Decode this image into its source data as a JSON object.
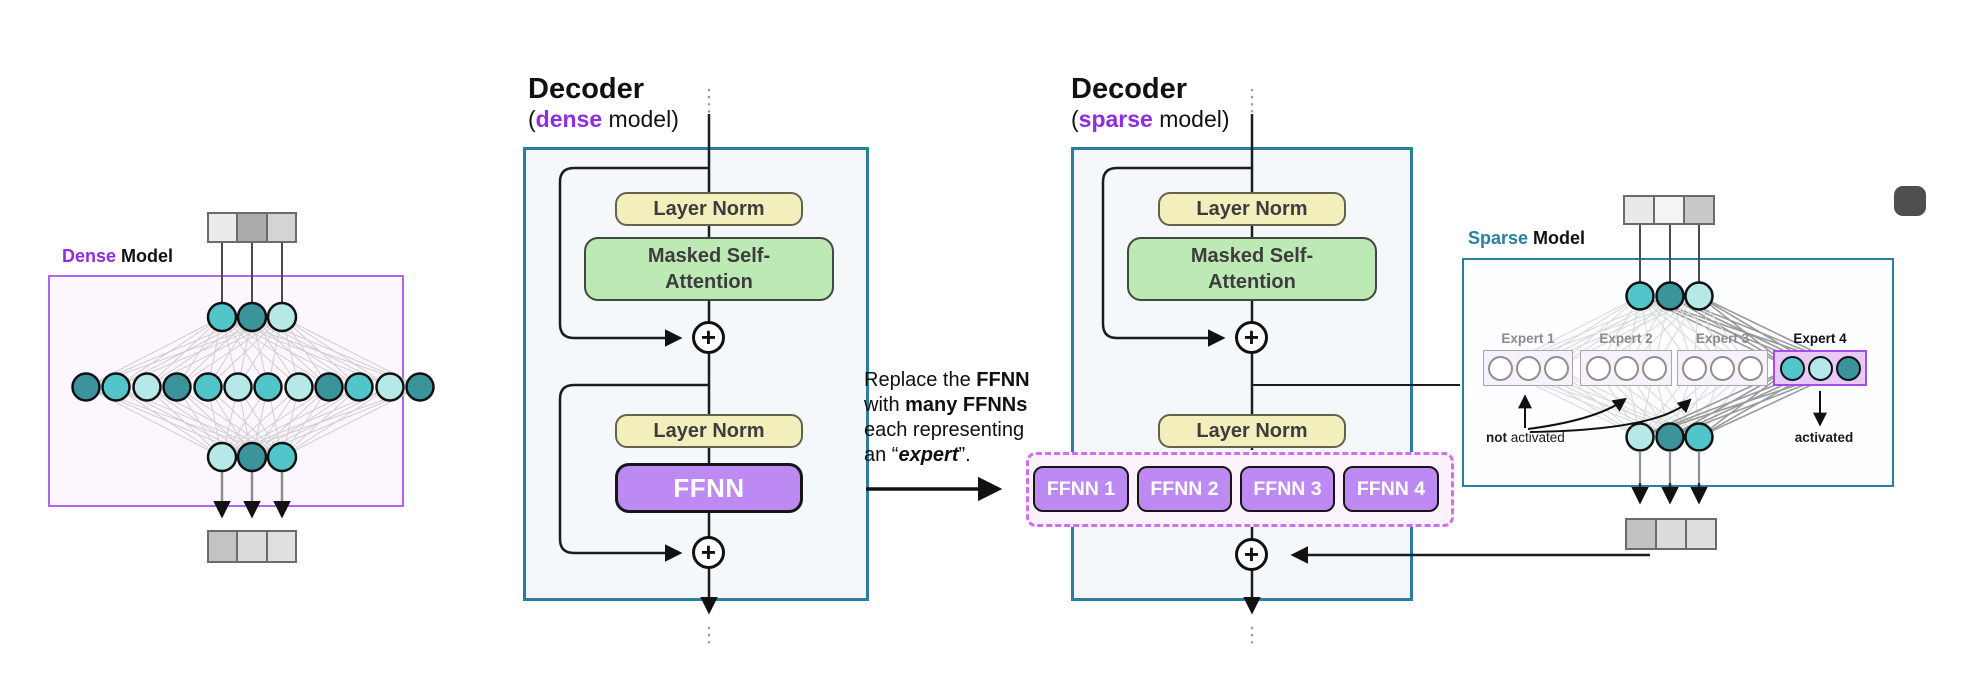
{
  "palette": {
    "purple_accent": "#8e2de2",
    "teal_accent": "#2a7f9e",
    "node_teal": "#52c5cb",
    "node_dark": "#3b949b",
    "node_light": "#b5e8e6",
    "ffnn_purple": "#bd89f2",
    "layer_norm_yellow": "#f2efbd",
    "attention_green": "#bce9b4",
    "expert_active_fill": "#e9c8fa",
    "expert_inactive_fill": "#f6f1fb",
    "dense_box_fill": "#fcf7fe",
    "decoder_box_fill": "#f5f8fa"
  },
  "dense_model": {
    "label_accent": "Dense",
    "label_rest": " Model",
    "input_token_cells": [
      "#ebebeb",
      "#ababab",
      "#d4d4d4"
    ],
    "output_token_cells": [
      "#c3c3c3",
      "#dbdbdb",
      "#e0e0e0"
    ],
    "top_nodes": [
      "teal",
      "dark",
      "light"
    ],
    "hidden_nodes": [
      "dark",
      "teal",
      "light",
      "dark",
      "teal",
      "light",
      "teal",
      "light",
      "dark",
      "teal",
      "light",
      "dark"
    ],
    "bottom_nodes": [
      "light",
      "dark",
      "teal"
    ]
  },
  "dense_decoder": {
    "title": "Decoder",
    "subtitle_open": "(",
    "subtitle_accent": "dense",
    "subtitle_rest": " model)",
    "layer_norm_top": "Layer Norm",
    "attention_line1": "Masked Self-",
    "attention_line2": "Attention",
    "layer_norm_bottom": "Layer Norm",
    "ffnn": "FFNN"
  },
  "transform_note": {
    "line1_text": "Replace the ",
    "line1_bold": "FFNN",
    "line2_text": "with ",
    "line2_bold": "many FFNNs",
    "line3_text": "each representing",
    "line4_text": "an “",
    "line4_bold_italic": "expert",
    "line4_end": "”."
  },
  "sparse_decoder": {
    "title": "Decoder",
    "subtitle_open": "(",
    "subtitle_accent": "sparse",
    "subtitle_rest": " model)",
    "layer_norm_top": "Layer Norm",
    "attention_line1": "Masked Self-",
    "attention_line2": "Attention",
    "layer_norm_bottom": "Layer Norm",
    "ffnn_units": [
      "FFNN 1",
      "FFNN 2",
      "FFNN 3",
      "FFNN 4"
    ]
  },
  "sparse_model": {
    "label_accent": "Sparse",
    "label_rest": " Model",
    "input_token_cells": [
      "#e9e9e9",
      "#f4f4f4",
      "#c9c9c9"
    ],
    "output_token_cells": [
      "#c2c2c2",
      "#dcdcdc",
      "#dedede"
    ],
    "input_nodes": [
      "teal",
      "dark",
      "light"
    ],
    "output_nodes": [
      "light",
      "dark",
      "teal"
    ],
    "experts": [
      {
        "label": "Expert 1",
        "active": false
      },
      {
        "label": "Expert 2",
        "active": false
      },
      {
        "label": "Expert 3",
        "active": false
      },
      {
        "label": "Expert 4",
        "active": true,
        "nodes": [
          "teal",
          "light",
          "dark"
        ]
      }
    ],
    "not_activated_bold": "not",
    "not_activated_rest": " activated",
    "activated_label": "activated"
  }
}
